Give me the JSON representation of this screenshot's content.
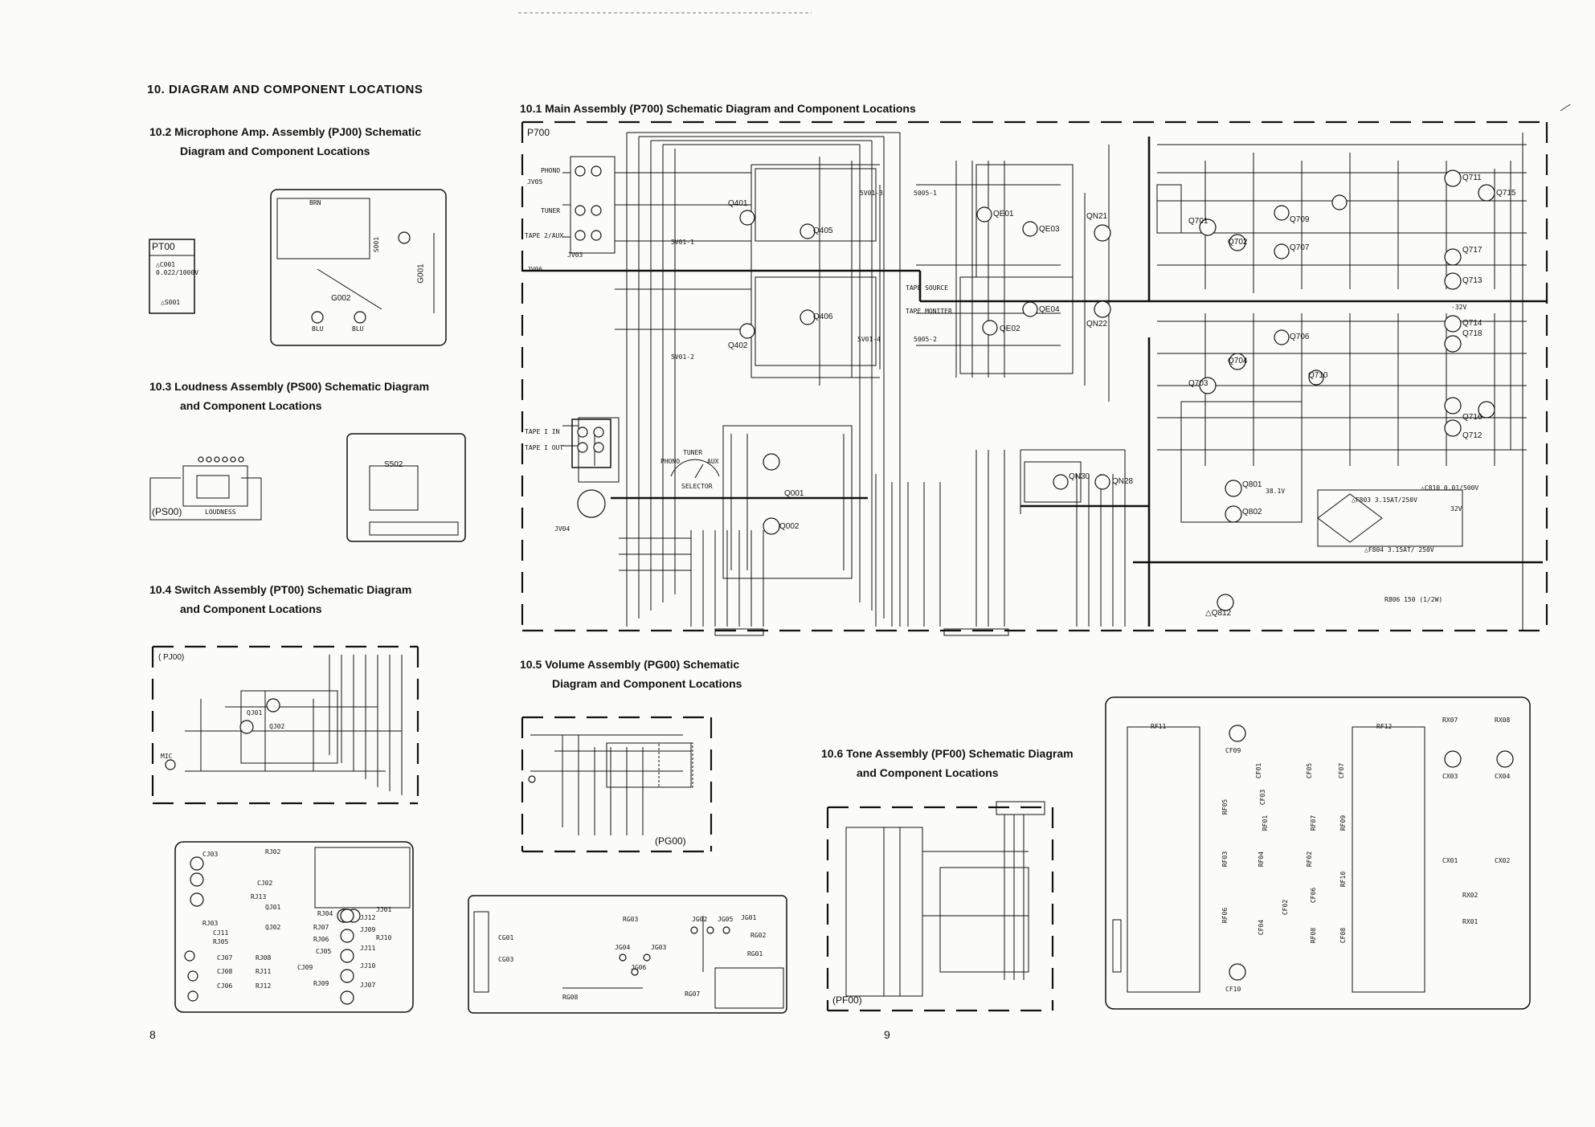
{
  "page": {
    "main_heading": "10. DIAGRAM AND COMPONENT LOCATIONS",
    "page_left": "8",
    "page_right": "9"
  },
  "sections": {
    "s101": "10.1  Main Assembly (P700) Schematic Diagram and Component Locations",
    "s102_l1": "10.2  Microphone Amp. Assembly (PJ00) Schematic",
    "s102_l2": "Diagram and Component Locations",
    "s103_l1": "10.3  Loudness Assembly (PS00) Schematic Diagram",
    "s103_l2": "and Component Locations",
    "s104_l1": "10.4  Switch Assembly (PT00) Schematic Diagram",
    "s104_l2": "and Component Locations",
    "s105_l1": "10.5  Volume Assembly (PG00) Schematic",
    "s105_l2": "Diagram and Component Locations",
    "s106_l1": "10.6  Tone Assembly (PF00) Schematic Diagram",
    "s106_l2": "and Component Locations"
  },
  "board_tags": {
    "p700": "P700",
    "pt00": "PT00",
    "ps00": "(PS00)",
    "pj00": "( PJ00)",
    "pg00": "(PG00)",
    "pf00": "(PF00)",
    "s502": "S502",
    "s001": "S001",
    "g001": "G001",
    "g002": "G002",
    "brn": "BRN",
    "blu1": "BLU",
    "blu2": "BLU",
    "loudness": "LOUDNESS",
    "mic": "MIC",
    "rf11": "RF11",
    "rf12": "RF12"
  },
  "main_labels": {
    "phono": "PHONO",
    "tuner": "TUNER",
    "tape2aux": "TAPE 2/AUX",
    "tape1in": "TAPE I IN",
    "tape1out": "TAPE I OUT",
    "selector_tuner": "TUNER",
    "selector_phono": "PHONO",
    "selector_aux": "AUX",
    "selector": "SELECTOR",
    "tape_source": "TAPE  SOURCE",
    "tape_monitor": "TAPE MONITER",
    "jv05": "JV05",
    "jv06": "JV06",
    "jv03": "JV03",
    "jv04": "JV04",
    "s501_3": "5V01-3",
    "s501_1": "5V01-1",
    "s501_4": "5V01-4",
    "s501_2": "5V01-2",
    "s005_1": "5005-1",
    "s005_2": "5005-2"
  },
  "transistors": {
    "q401": "Q401",
    "q405": "Q405",
    "q402": "Q402",
    "q406": "Q406",
    "q001": "Q001",
    "q002": "Q002",
    "qe01": "QE01",
    "qe03": "QE03",
    "qe02": "QE02",
    "qe04": "QE04",
    "qn21": "QN21",
    "qn22": "QN22",
    "qn30": "QN30",
    "qn28": "QN28",
    "q701": "Q701",
    "q702": "Q702",
    "q709": "Q709",
    "q707": "Q707",
    "q711": "Q711",
    "q715": "Q715",
    "q717": "Q717",
    "q713": "Q713",
    "q714": "Q714",
    "q718": "Q718",
    "q703": "Q703",
    "q704": "Q704",
    "q706": "Q706",
    "q710": "Q710",
    "q712": "Q712",
    "q716": "Q716",
    "q801": "Q801",
    "q802": "Q802",
    "q812": "△Q812",
    "qj01": "QJ01",
    "qj02": "QJ02"
  },
  "power_labels": {
    "f803": "△F803  3.15AT/250V",
    "f804": "△F804  3.15AT/ 250V",
    "c810": "△C810  0.01/500V",
    "v32": "32V",
    "v32n": "-32V",
    "r806": "R806  150 (1/2W)",
    "v38": "38.1V"
  },
  "pt00_parts": {
    "c001": "△C001",
    "c001v": "0.022/1000V",
    "s001": "△S001"
  },
  "pcb_labels": {
    "cj03": "CJ03",
    "rj02": "RJ02",
    "cj02": "CJ02",
    "rj04": "RJ04",
    "qj01": "QJ01",
    "jj01": "JJ01",
    "rj13": "RJ13",
    "jj12": "JJ12",
    "rj07": "RJ07",
    "jj09": "JJ09",
    "rj10": "RJ10",
    "rj03": "RJ03",
    "qj02": "QJ02",
    "cj11": "CJ11",
    "rj06": "RJ06",
    "rj05": "RJ05",
    "cj05": "CJ05",
    "jj11": "JJ11",
    "cj07": "CJ07",
    "rj08": "RJ08",
    "cj09": "CJ09",
    "jj10": "JJ10",
    "cj08": "CJ08",
    "rj11": "RJ11",
    "rj09": "RJ09",
    "jj07": "JJ07",
    "cj06": "CJ06",
    "rj12": "RJ12",
    "cg01": "CG01",
    "cg03": "CG03",
    "rg03": "RG03",
    "jg02": "JG02",
    "jg05": "JG05",
    "jg01": "JG01",
    "rg02": "RG02",
    "rg01": "RG01",
    "jg04": "JG04",
    "jg03": "JG03",
    "jg06": "JG06",
    "rg08": "RG08",
    "rg07": "RG07",
    "cf09": "CF09",
    "cf10": "CF10",
    "cf01": "CF01",
    "cf03": "CF03",
    "cf05": "CF05",
    "cf07": "CF07",
    "rf05": "RF05",
    "rf01": "RF01",
    "rf07": "RF07",
    "rf09": "RF09",
    "rf03": "RF03",
    "rf04": "RF04",
    "rf02": "RF02",
    "rf10": "RF10",
    "cf06": "CF06",
    "cf02": "CF02",
    "rf06": "RF06",
    "cf04": "CF04",
    "rf08": "RF08",
    "cf08": "CF08",
    "rx07": "RX07",
    "rx08": "RX08",
    "cx03": "CX03",
    "cx04": "CX04",
    "cx01": "CX01",
    "cx02": "CX02",
    "rx02": "RX02",
    "rx01": "RX01"
  }
}
